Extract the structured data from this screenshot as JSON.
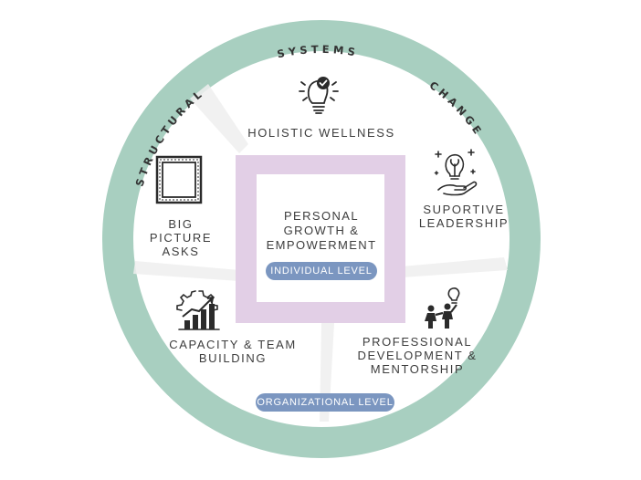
{
  "ring": {
    "word1": "STRUCTURAL",
    "word2": "SYSTEMS",
    "word3": "CHANGE",
    "ring_color": "#a8cfc0"
  },
  "center": {
    "title": "PERSONAL GROWTH & EMPOWERMENT",
    "level_label": "INDIVIDUAL LEVEL",
    "frame_color": "#e2cfe6"
  },
  "segments": {
    "holistic_wellness": "HOLISTIC WELLNESS",
    "supportive_leadership": "SUPORTIVE LEADERSHIP",
    "professional_development": "PROFESSIONAL DEVELOPMENT & MENTORSHIP",
    "capacity_team_building": "CAPACITY & TEAM BUILDING",
    "big_picture_asks": "BIG PICTURE ASKS"
  },
  "organizational_level_label": "ORGANIZATIONAL LEVEL",
  "pill_color": "#7b96c0",
  "icons": {
    "holistic_wellness": "lightbulb-check-icon",
    "supportive_leadership": "hand-lightbulb-icon",
    "professional_development": "mentoring-people-icon",
    "capacity_team_building": "gear-growth-chart-icon",
    "big_picture_asks": "picture-frame-icon"
  }
}
